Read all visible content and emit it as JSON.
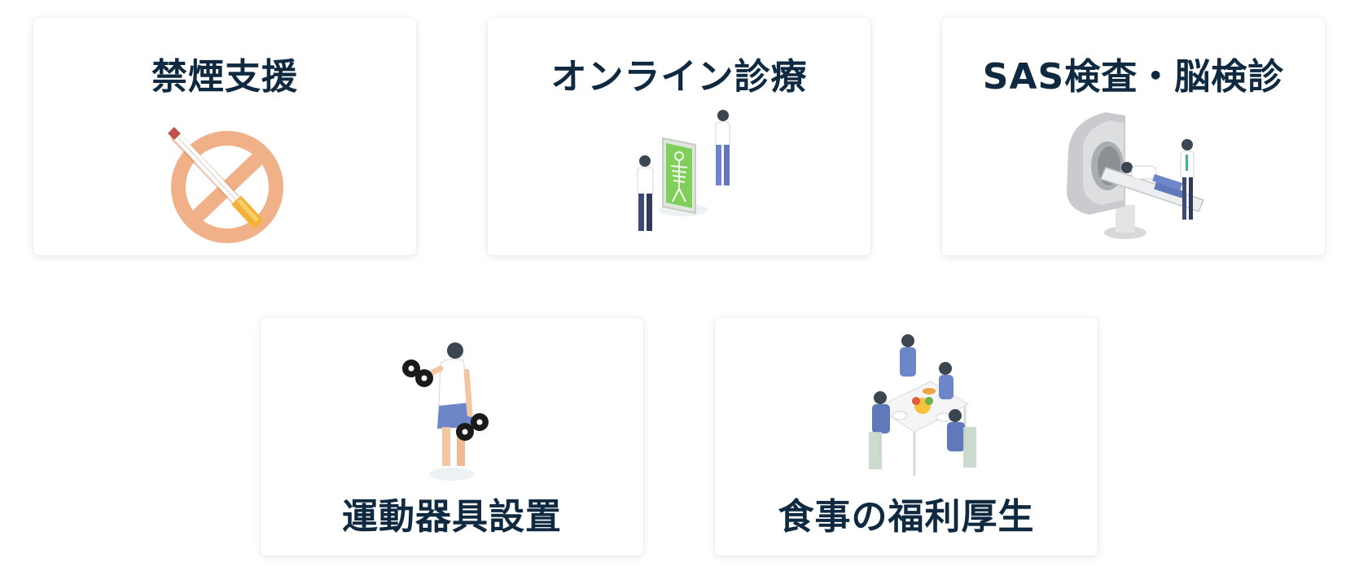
{
  "cards": [
    {
      "title": "禁煙支援",
      "icon": "no-smoking-icon"
    },
    {
      "title": "オンライン診療",
      "icon": "online-consultation-icon"
    },
    {
      "title": "SAS検査・脳検診",
      "icon": "mri-scanner-icon"
    },
    {
      "title": "運動器具設置",
      "icon": "dumbbell-exercise-icon"
    },
    {
      "title": "食事の福利厚生",
      "icon": "group-meal-icon"
    }
  ],
  "colors": {
    "title": "#0f2a40",
    "card_background": "#ffffff",
    "accent_orange": "#f0b088",
    "accent_blue": "#6c86c8",
    "accent_green": "#7fcf5a"
  }
}
